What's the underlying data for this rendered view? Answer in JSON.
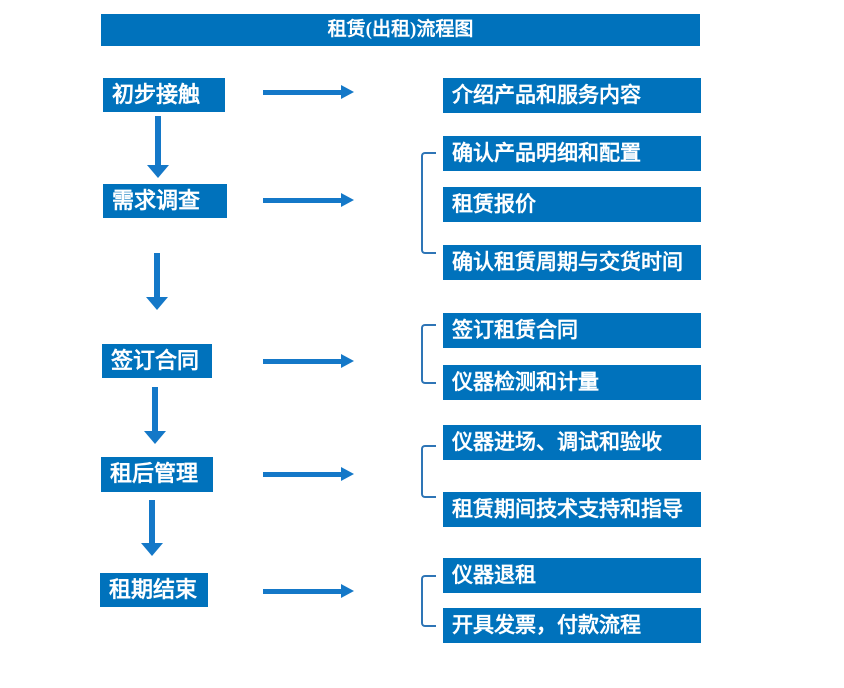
{
  "title": "租赁(出租)流程图",
  "colors": {
    "primary": "#0072BC",
    "arrow": "#1478C8",
    "bracket": "#2E75B6",
    "text": "#FFFFFF",
    "background": "#FFFFFF"
  },
  "steps": [
    {
      "label": "初步接触",
      "details": [
        "介绍产品和服务内容"
      ]
    },
    {
      "label": "需求调查",
      "details": [
        "确认产品明细和配置",
        "租赁报价",
        "确认租赁周期与交货时间"
      ]
    },
    {
      "label": "签订合同",
      "details": [
        "签订租赁合同",
        "仪器检测和计量"
      ]
    },
    {
      "label": "租后管理",
      "details": [
        "仪器进场、调试和验收",
        "租赁期间技术支持和指导"
      ]
    },
    {
      "label": "租期结束",
      "details": [
        "仪器退租",
        "开具发票，付款流程"
      ]
    }
  ]
}
